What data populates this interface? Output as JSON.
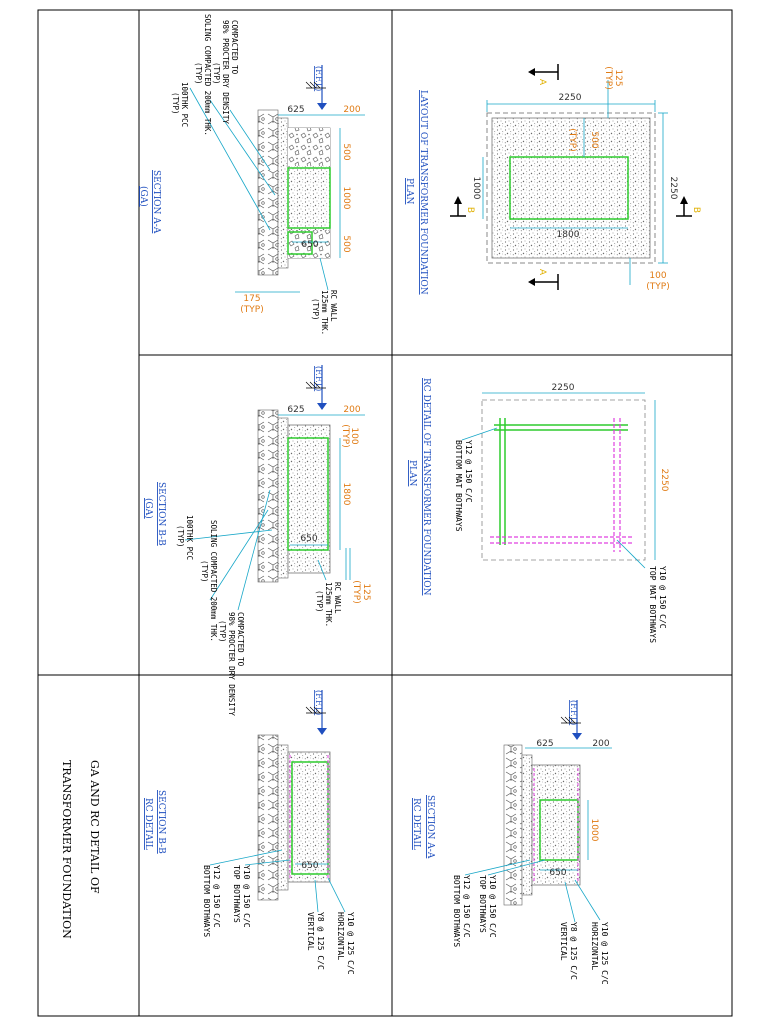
{
  "colors": {
    "frame": "#000000",
    "dimension_cyan": "#18a7c8",
    "dimension_orange": "#e07b14",
    "title_blue": "#1f4fbf",
    "rebar_green": "#2ecc2e",
    "rebar_magenta": "#e040e0",
    "concrete_gray": "#8a8a8a"
  },
  "title_block": {
    "line1": "GA AND RC DETAIL OF",
    "line2": "TRANSFORMER FOUNDATION"
  },
  "layout_plan": {
    "title": "LAYOUT OF TRANSFORMER FOUNDATION",
    "subtitle": "PLAN",
    "dim_overall_top": "2250",
    "dim_overall_side": "2250",
    "dim_inner_width": "1800",
    "dim_inner_height": "1000",
    "dim_offset": "500",
    "dim_offset_typ": "(TYP)",
    "dim_125": "125",
    "dim_125_typ": "(TYP)",
    "dim_100": "100",
    "dim_100_typ": "(TYP)",
    "section_a": "A",
    "section_b": "B"
  },
  "rc_plan": {
    "title": "RC DETAIL OF TRANSFORMER FOUNDATION",
    "subtitle": "PLAN",
    "dim_top": "2250",
    "dim_side": "2250",
    "bottom_mat_line1": "Y12 @ 150 C/C",
    "bottom_mat_line2": "BOTTOM MAT BOTHWAYS",
    "top_mat_line1": "Y10 @ 150 C/C",
    "top_mat_line2": "TOP MAT BOTHWAYS"
  },
  "rc_section_aa": {
    "title": "SECTION A-A",
    "subtitle": "RC DETAIL",
    "ffl": "(F.F.L)",
    "dim_625": "625",
    "dim_200": "200",
    "dim_1000": "1000",
    "dim_650": "650",
    "note1_line1": "Y10 @ 125 C/C",
    "note1_line2": "HORIZONTAL",
    "note2_line1": "Y8 @ 125 C/C",
    "note2_line2": "VERTICAL",
    "note3_line1": "Y10 @ 150 C/C",
    "note3_line2": "TOP BOTHWAYS",
    "note4_line1": "Y12 @ 150 C/C",
    "note4_line2": "BOTTOM BOTHWAYS"
  },
  "ga_section_aa": {
    "title": "SECTION A-A",
    "subtitle": "(GA)",
    "ffl": "(F.F.L)",
    "dim_625": "625",
    "dim_200": "200",
    "dim_500a": "500",
    "dim_1000": "1000",
    "dim_500b": "500",
    "dim_650": "650",
    "dim_175": "175",
    "dim_175_typ": "(TYP)",
    "note_compacted_1": "COMPACTED TO",
    "note_compacted_2": "98% PROCTER DRY DENSITY",
    "note_compacted_3": "(TYP)",
    "note_soling_1": "SOLING COMPACTED 200mm THK.",
    "note_soling_2": "(TYP)",
    "note_pcc_1": "100THK PCC",
    "note_pcc_2": "(TYP)",
    "note_wall_1": "RC WALL",
    "note_wall_2": "125mm THK.",
    "note_wall_3": "(TYP)"
  },
  "ga_section_bb": {
    "title": "SECTION B-B",
    "subtitle": "(GA)",
    "ffl": "(F.F.L)",
    "dim_625": "625",
    "dim_200": "200",
    "dim_100": "100",
    "dim_100_typ": "(TYP)",
    "dim_1800": "1800",
    "dim_650": "650",
    "dim_125": "125",
    "dim_125_typ": "(TYP)",
    "note_compacted_1": "COMPACTED TO",
    "note_compacted_2": "98% PROCTER DRY DENSITY",
    "note_compacted_3": "(TYP)",
    "note_soling_1": "SOLING COMPACTED 200mm THK.",
    "note_soling_2": "(TYP)",
    "note_pcc_1": "100THK PCC",
    "note_pcc_2": "(TYP)",
    "note_wall_1": "RC WALL",
    "note_wall_2": "125mm THK.",
    "note_wall_3": "(TYP)"
  },
  "rc_section_bb": {
    "title": "SECTION B-B",
    "subtitle": "RC DETAIL",
    "ffl": "(F.F.L)",
    "dim_650": "650",
    "note1_line1": "Y10 @ 125 C/C",
    "note1_line2": "HORIZONTAL",
    "note2_line1": "Y8 @ 125 C/C",
    "note2_line2": "VERTICAL",
    "note3_line1": "Y10 @ 150 C/C",
    "note3_line2": "TOP BOTHWAYS",
    "note4_line1": "Y12 @ 150 C/C",
    "note4_line2": "BOTTOM BOTHWAYS"
  }
}
